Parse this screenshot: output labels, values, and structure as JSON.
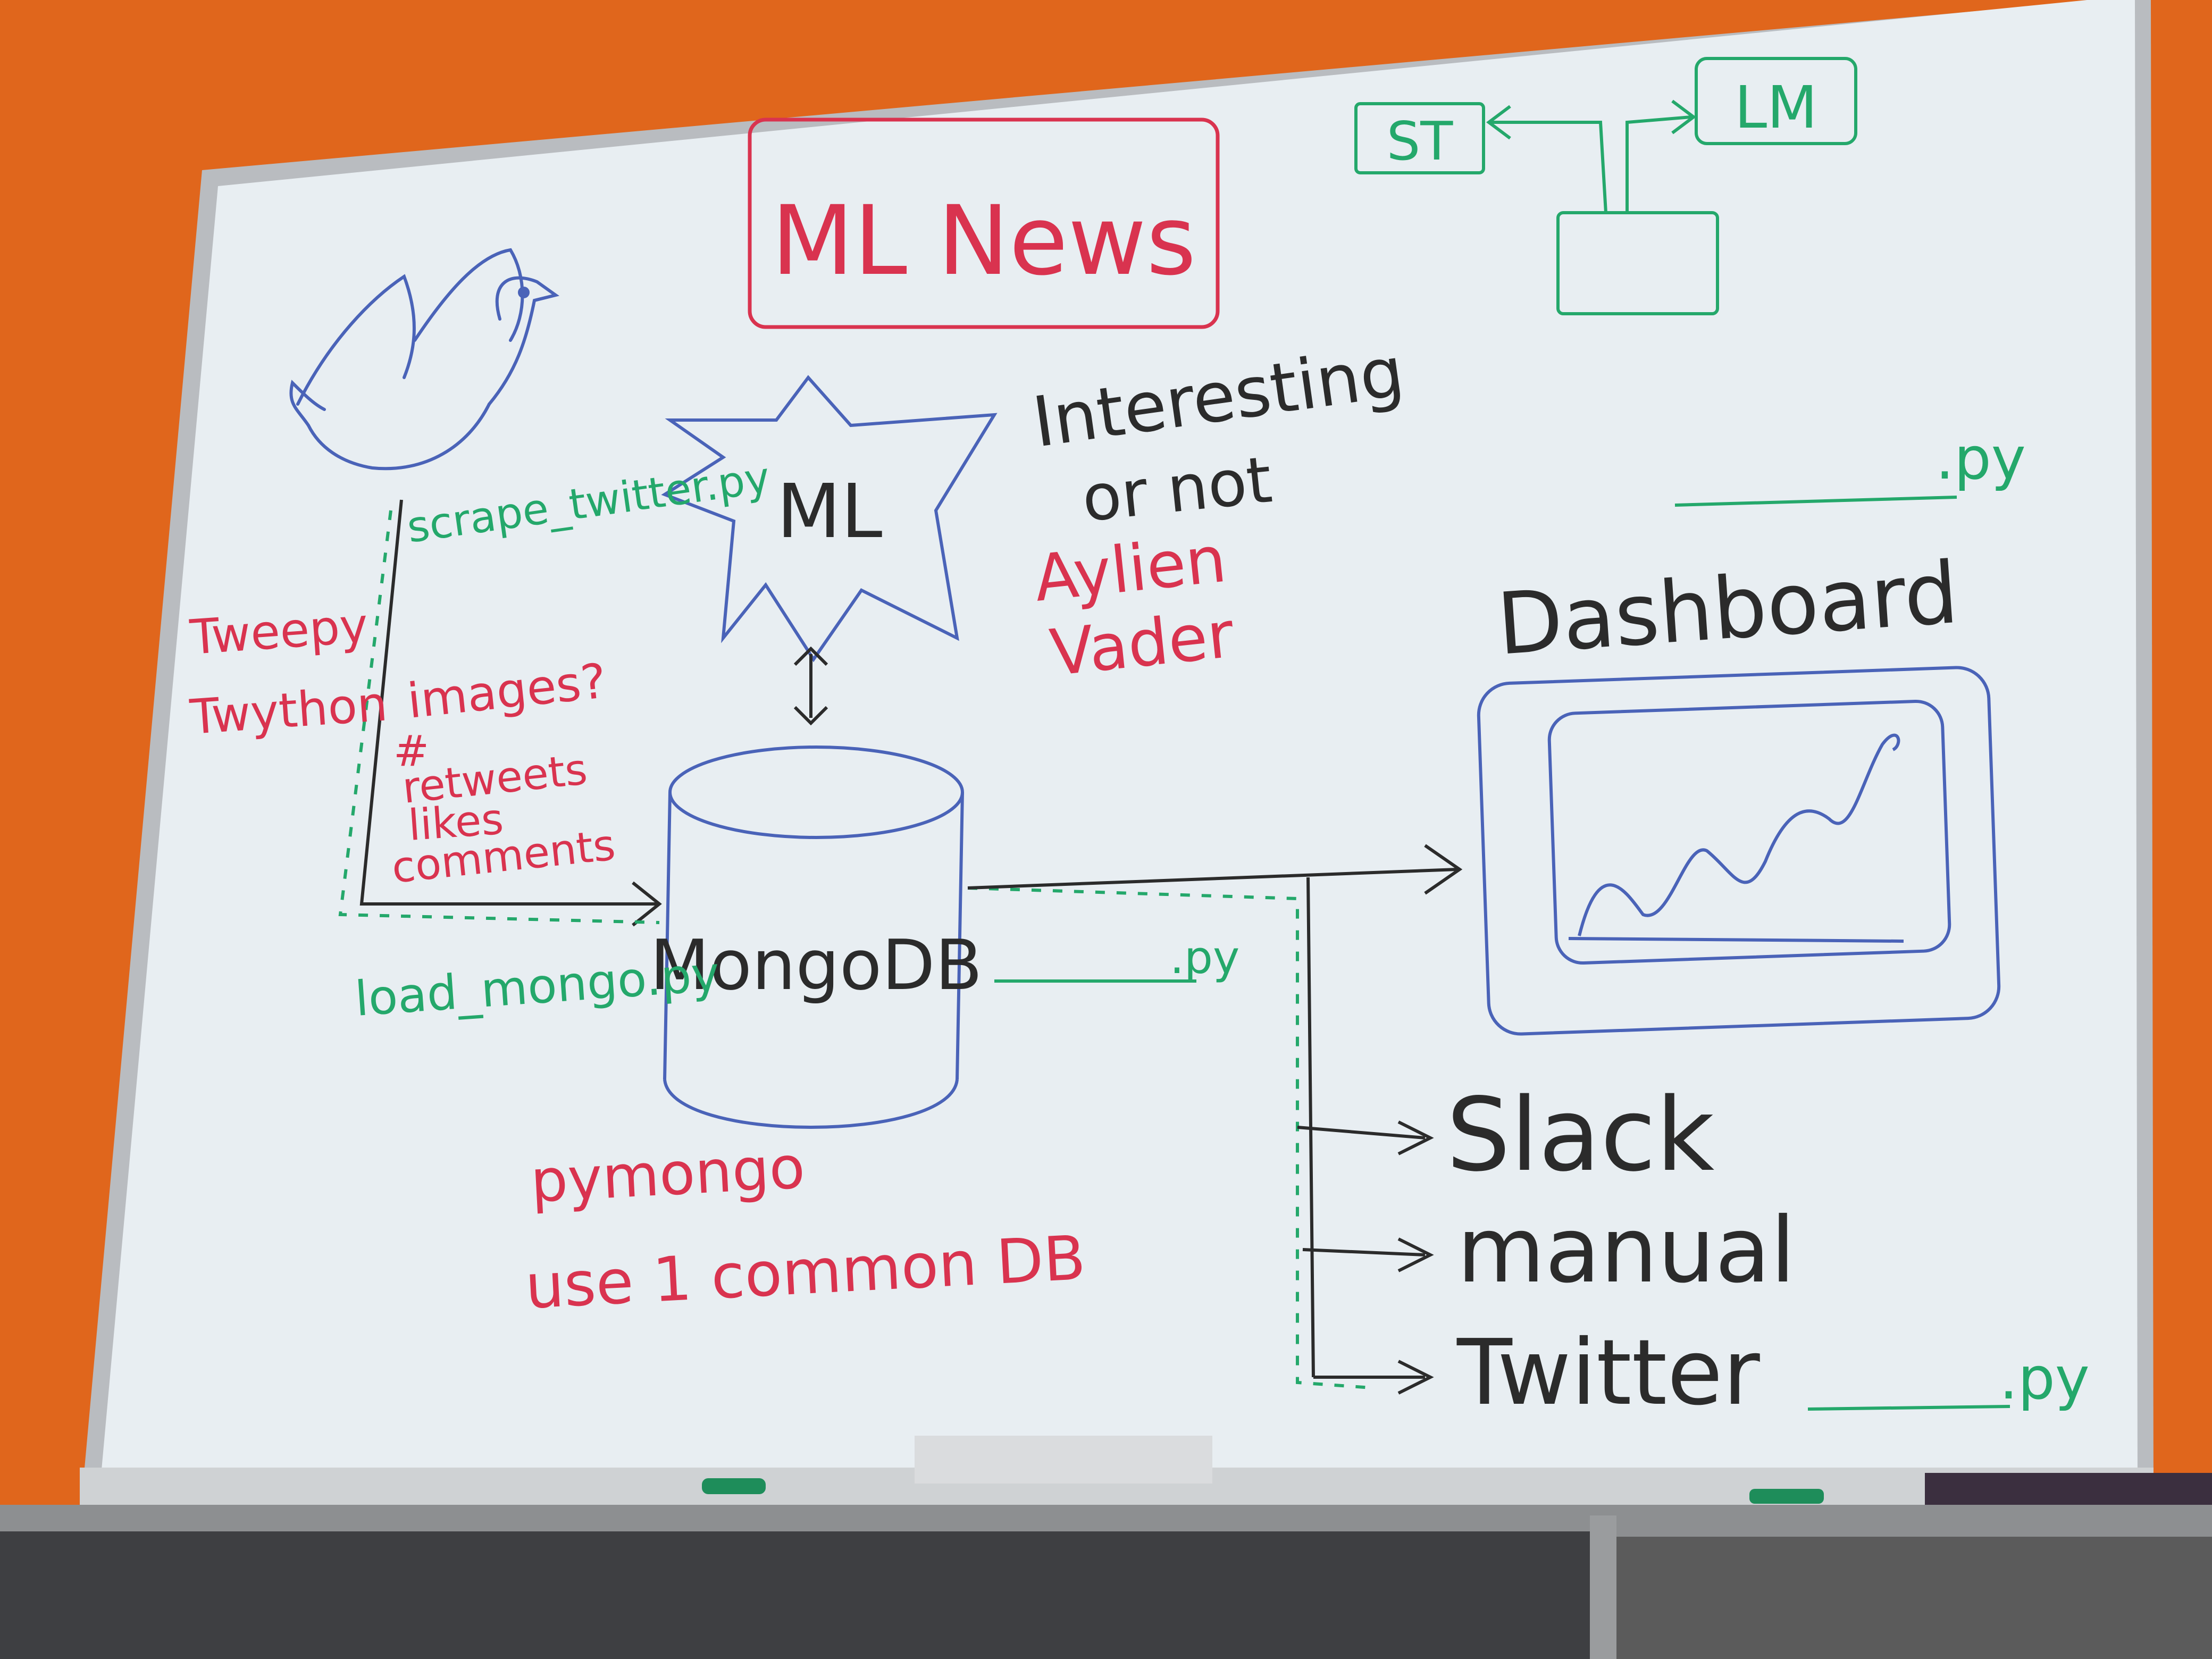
{
  "colors": {
    "wall": "#e0661c",
    "board": "#e8eef2",
    "frame": "#b9bcc0",
    "red": "#d9334f",
    "blue": "#4a63b8",
    "green": "#24a86b",
    "black": "#2b2b2b",
    "cabinet": "#5b5b5b",
    "cabinet_dark": "#3e3f42"
  },
  "board": {
    "title": "ML News",
    "twitter_bird_icon": "bird-icon",
    "ml_label": "ML",
    "interesting_line1": "Interesting",
    "interesting_line2": "or not",
    "aylien": "Aylien",
    "vader": "Vader",
    "scrape_script": "scrape_twitter.py",
    "tweepy": "Tweepy",
    "twython": "Twython",
    "images": "images?",
    "hash": "#",
    "retweets": "retweets",
    "likes": "likes",
    "comments": "comments",
    "db_label": "MongoDB",
    "load_script": "load_mongo.py",
    "pymongo": "pymongo",
    "common_db": "use 1 common DB",
    "dashboard": "Dashboard",
    "py_top": ".py",
    "py_mid": ".py",
    "py_bottom": ".py",
    "slack": "Slack",
    "manual": "manual",
    "twitter": "Twitter",
    "st": "ST",
    "lm": "LM"
  }
}
